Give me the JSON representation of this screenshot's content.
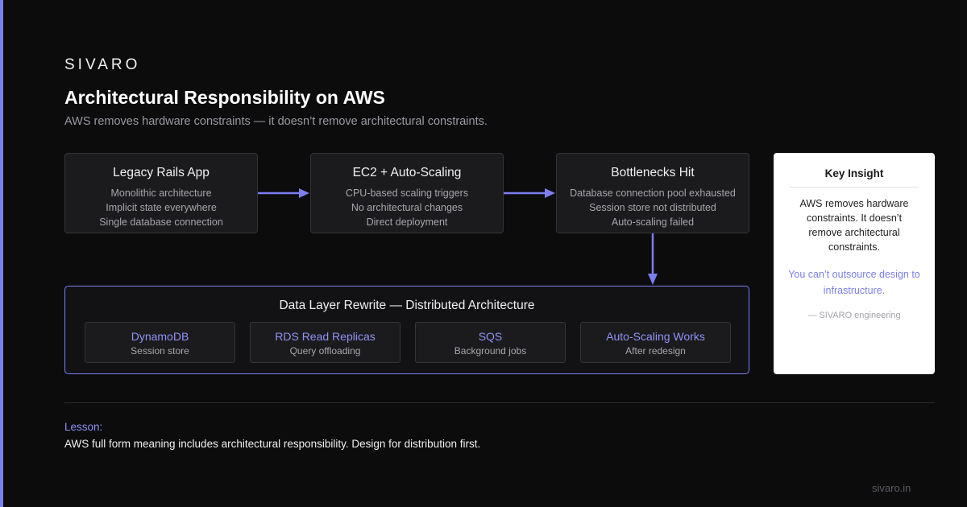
{
  "brand": "SIVARO",
  "title": "Architectural Responsibility on AWS",
  "subtitle": "AWS removes hardware constraints — it doesn’t remove architectural constraints.",
  "flow": [
    {
      "title": "Legacy Rails App",
      "lines": [
        "Monolithic architecture",
        "Implicit state everywhere",
        "Single database connection"
      ]
    },
    {
      "title": "EC2 + Auto-Scaling",
      "lines": [
        "CPU-based scaling triggers",
        "No architectural changes",
        "Direct deployment"
      ]
    },
    {
      "title": "Bottlenecks Hit",
      "lines": [
        "Database connection pool exhausted",
        "Session store not distributed",
        "Auto-scaling failed"
      ]
    }
  ],
  "rewrite": {
    "title": "Data Layer Rewrite — Distributed Architecture",
    "items": [
      {
        "name": "DynamoDB",
        "desc": "Session store"
      },
      {
        "name": "RDS Read Replicas",
        "desc": "Query offloading"
      },
      {
        "name": "SQS",
        "desc": "Background jobs"
      },
      {
        "name": "Auto-Scaling Works",
        "desc": "After redesign"
      }
    ]
  },
  "insight": {
    "title": "Key Insight",
    "body": "AWS removes hardware constraints. It doesn’t remove architectural constraints.",
    "quote": "You can’t outsource design to infrastructure.",
    "attribution": "— SIVARO engineering"
  },
  "lesson": {
    "label": "Lesson:",
    "text": "AWS full form meaning includes architectural responsibility. Design for distribution first."
  },
  "footer": "sivaro.in",
  "colors": {
    "accent": "#7b7ff0",
    "background": "#0c0c0d",
    "card": "#1b1b1d"
  }
}
